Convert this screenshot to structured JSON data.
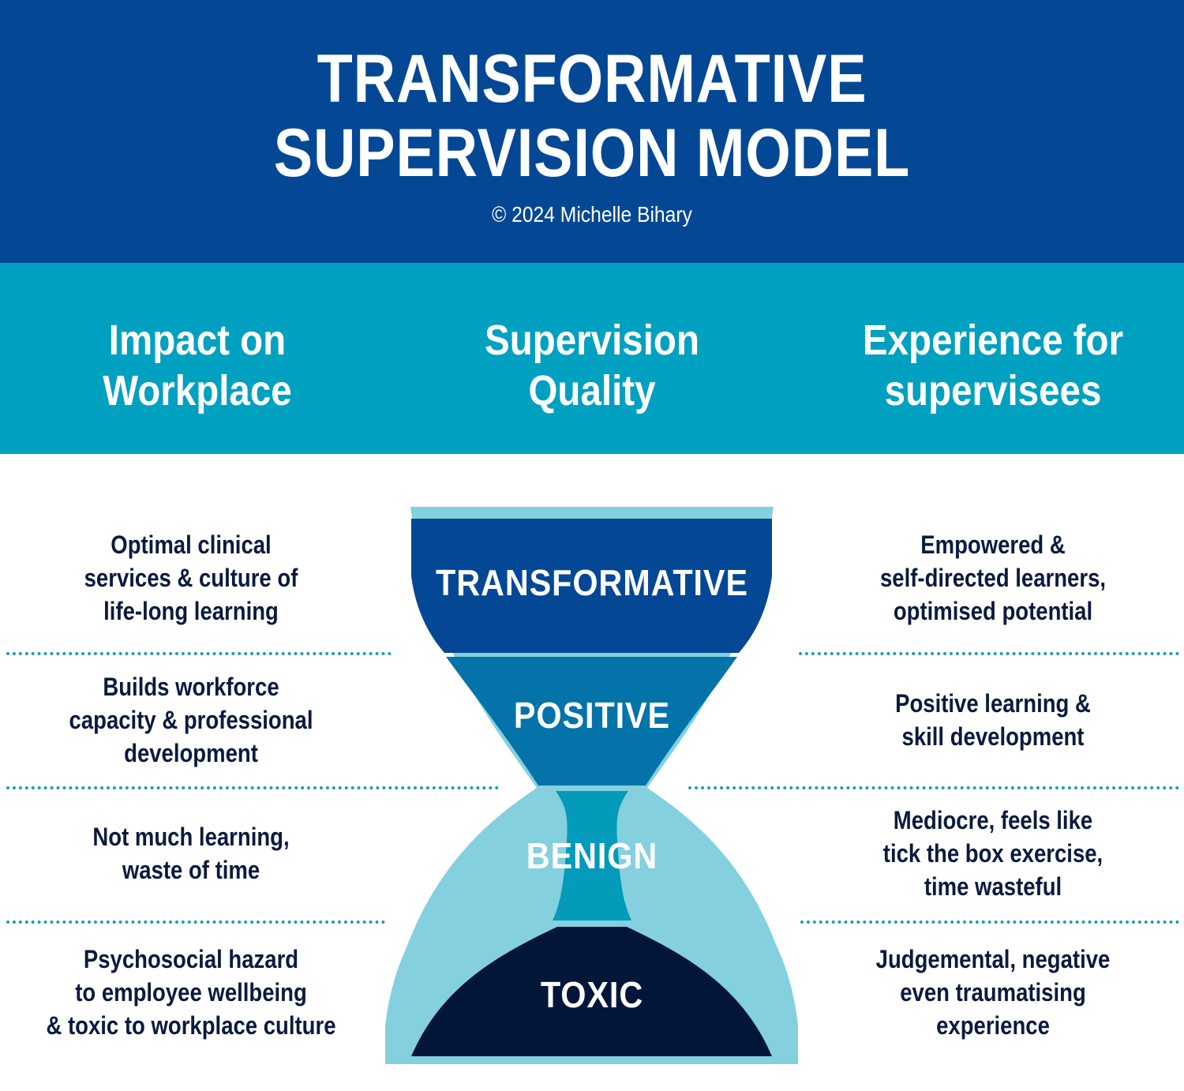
{
  "header": {
    "title_line1": "TRANSFORMATIVE",
    "title_line2": "SUPERVISION MODEL",
    "copyright": "© 2024 Michelle Bihary"
  },
  "columns": {
    "left": [
      "Impact on",
      "Workplace"
    ],
    "center": [
      "Supervision",
      "Quality"
    ],
    "right": [
      "Experience for",
      "supervisees"
    ]
  },
  "levels": [
    {
      "name": "TRANSFORMATIVE",
      "impact": [
        "Optimal clinical",
        "services & culture of",
        "life-long learning"
      ],
      "experience": [
        "Empowered &",
        "self-directed learners,",
        "optimised potential"
      ]
    },
    {
      "name": "POSITIVE",
      "impact": [
        "Builds workforce",
        "capacity & professional",
        "development"
      ],
      "experience": [
        "Positive learning &",
        "skill development"
      ]
    },
    {
      "name": "BENIGN",
      "impact": [
        "Not much learning,",
        "waste of time"
      ],
      "experience": [
        "Mediocre, feels like",
        "tick the box exercise,",
        "time wasteful"
      ]
    },
    {
      "name": "TOXIC",
      "impact": [
        "Psychosocial hazard",
        "to employee wellbeing",
        "& toxic to workplace culture"
      ],
      "experience": [
        "Judgemental, negative",
        "even traumatising",
        "experience"
      ]
    }
  ],
  "colors": {
    "header_bg": "#044895",
    "band_bg": "#00A1C0",
    "glass_frame": "#84D0DE",
    "transformative": "#044895",
    "positive": "#0373AA",
    "benign": "#049AB9",
    "toxic": "#02163A",
    "text_dark": "#0B1A3E"
  }
}
